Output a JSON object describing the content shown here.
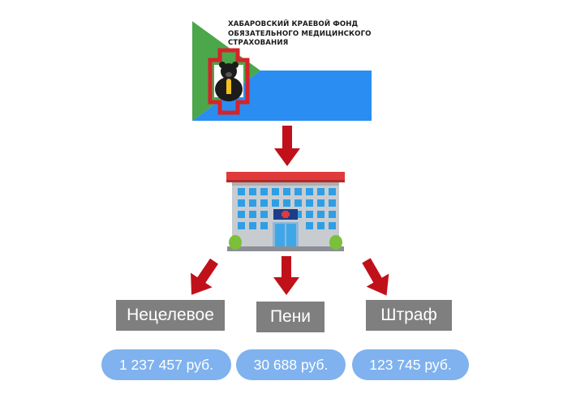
{
  "organization": {
    "name_lines": [
      "ХАБАРОВСКИЙ КРАЕВОЙ ФОНД",
      "ОБЯЗАТЕЛЬНОГО МЕДИЦИНСКОГО",
      "СТРАХОВАНИЯ"
    ],
    "colors": {
      "green": "#4ca64a",
      "blue": "#2a8df1",
      "white": "#ffffff",
      "cross": "#d5232a"
    }
  },
  "arrow_color": "#c0111a",
  "categories": [
    {
      "label": "Нецелевое",
      "amount": "1 237 457 руб."
    },
    {
      "label": "Пени",
      "amount": "30 688 руб."
    },
    {
      "label": "Штраф",
      "amount": "123 745 руб."
    }
  ],
  "colors": {
    "category_box": "#7f7f7f",
    "amount_pill": "#7fb2ee"
  }
}
